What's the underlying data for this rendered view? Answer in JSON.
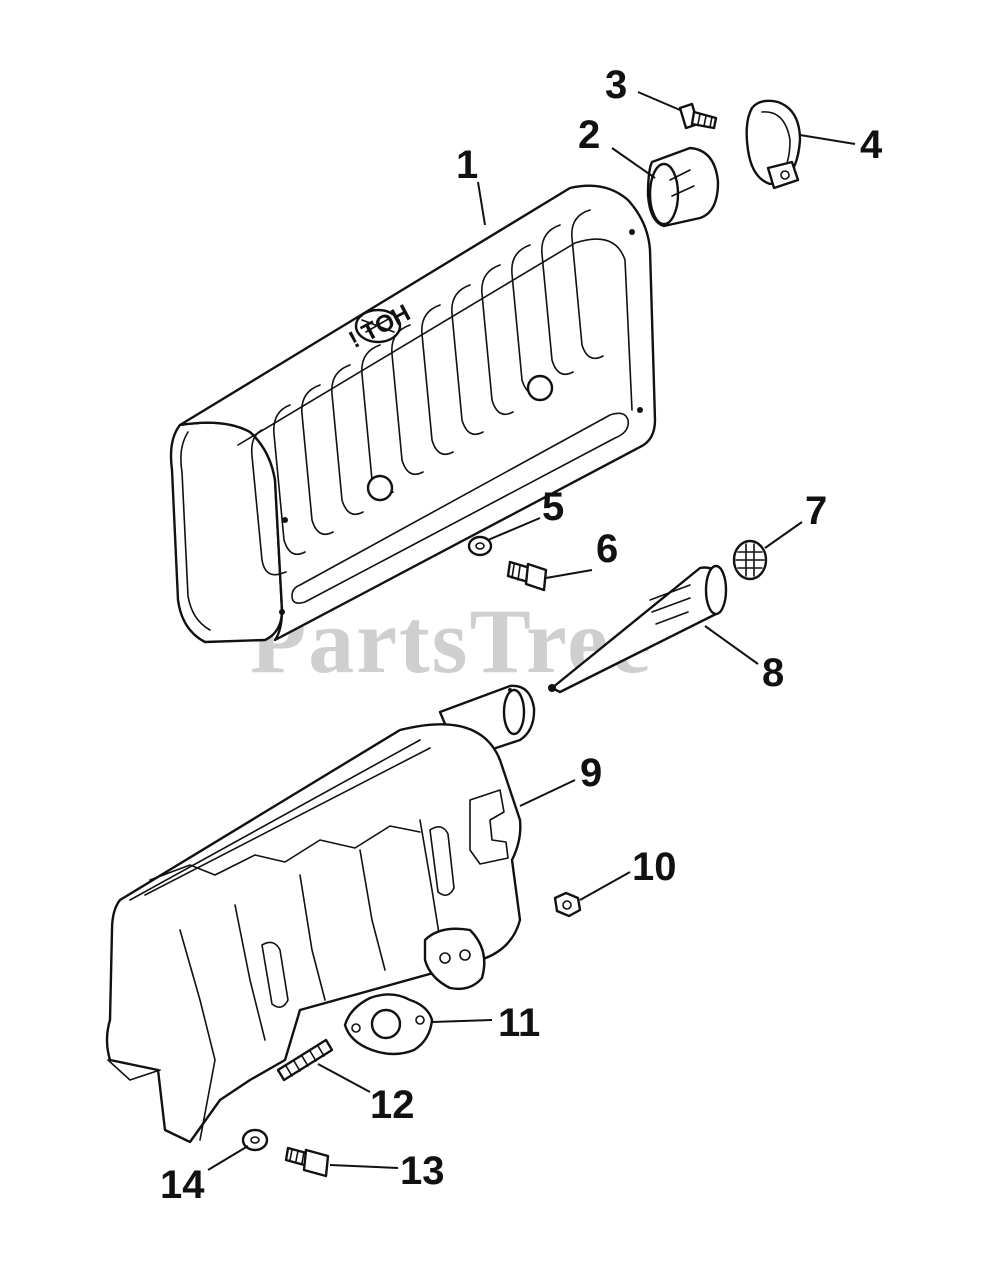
{
  "watermark": "PartsTree",
  "shield_emboss": "HOT !",
  "callouts": [
    {
      "id": "1",
      "label": "1"
    },
    {
      "id": "2",
      "label": "2"
    },
    {
      "id": "3",
      "label": "3"
    },
    {
      "id": "4",
      "label": "4"
    },
    {
      "id": "5",
      "label": "5"
    },
    {
      "id": "6",
      "label": "6"
    },
    {
      "id": "7",
      "label": "7"
    },
    {
      "id": "8",
      "label": "8"
    },
    {
      "id": "9",
      "label": "9"
    },
    {
      "id": "10",
      "label": "10"
    },
    {
      "id": "11",
      "label": "11"
    },
    {
      "id": "12",
      "label": "12"
    },
    {
      "id": "13",
      "label": "13"
    },
    {
      "id": "14",
      "label": "14"
    }
  ]
}
